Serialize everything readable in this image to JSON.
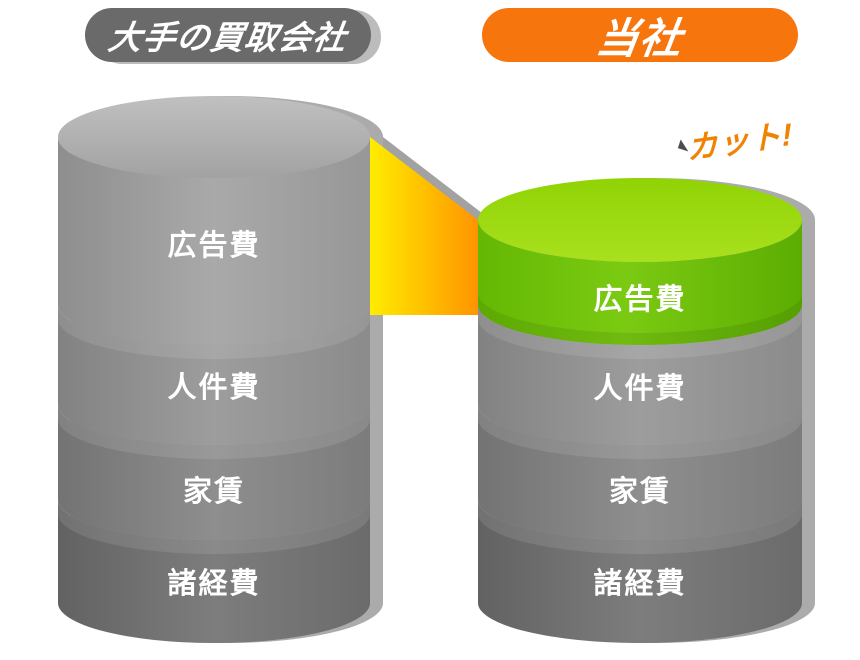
{
  "header": {
    "competitor_label": "大手の買取会社",
    "company_label": "当社"
  },
  "annotation": {
    "cut_label": "カット!"
  },
  "competitor_cylinder": {
    "name": "大手の買取会社",
    "segments": [
      {
        "label": "広告費"
      },
      {
        "label": "人件費"
      },
      {
        "label": "家賃"
      },
      {
        "label": "諸経費"
      }
    ]
  },
  "company_cylinder": {
    "name": "当社",
    "segments": [
      {
        "label": "広告費",
        "highlighted": true
      },
      {
        "label": "人件費"
      },
      {
        "label": "家賃"
      },
      {
        "label": "諸経費"
      }
    ]
  },
  "colors": {
    "competitor_pill_gray": "#6a6a6a",
    "company_pill_orange": "#f6750d",
    "cut_text_orange": "#f08300",
    "highlight_green_side": "#6cc20a",
    "highlight_green_top": "#9ad40e",
    "wedge_yellow": "#ffec00",
    "wedge_orange": "#ff9400",
    "label_text": "#ffffff",
    "shadow_gray": "#a8a8a8"
  }
}
